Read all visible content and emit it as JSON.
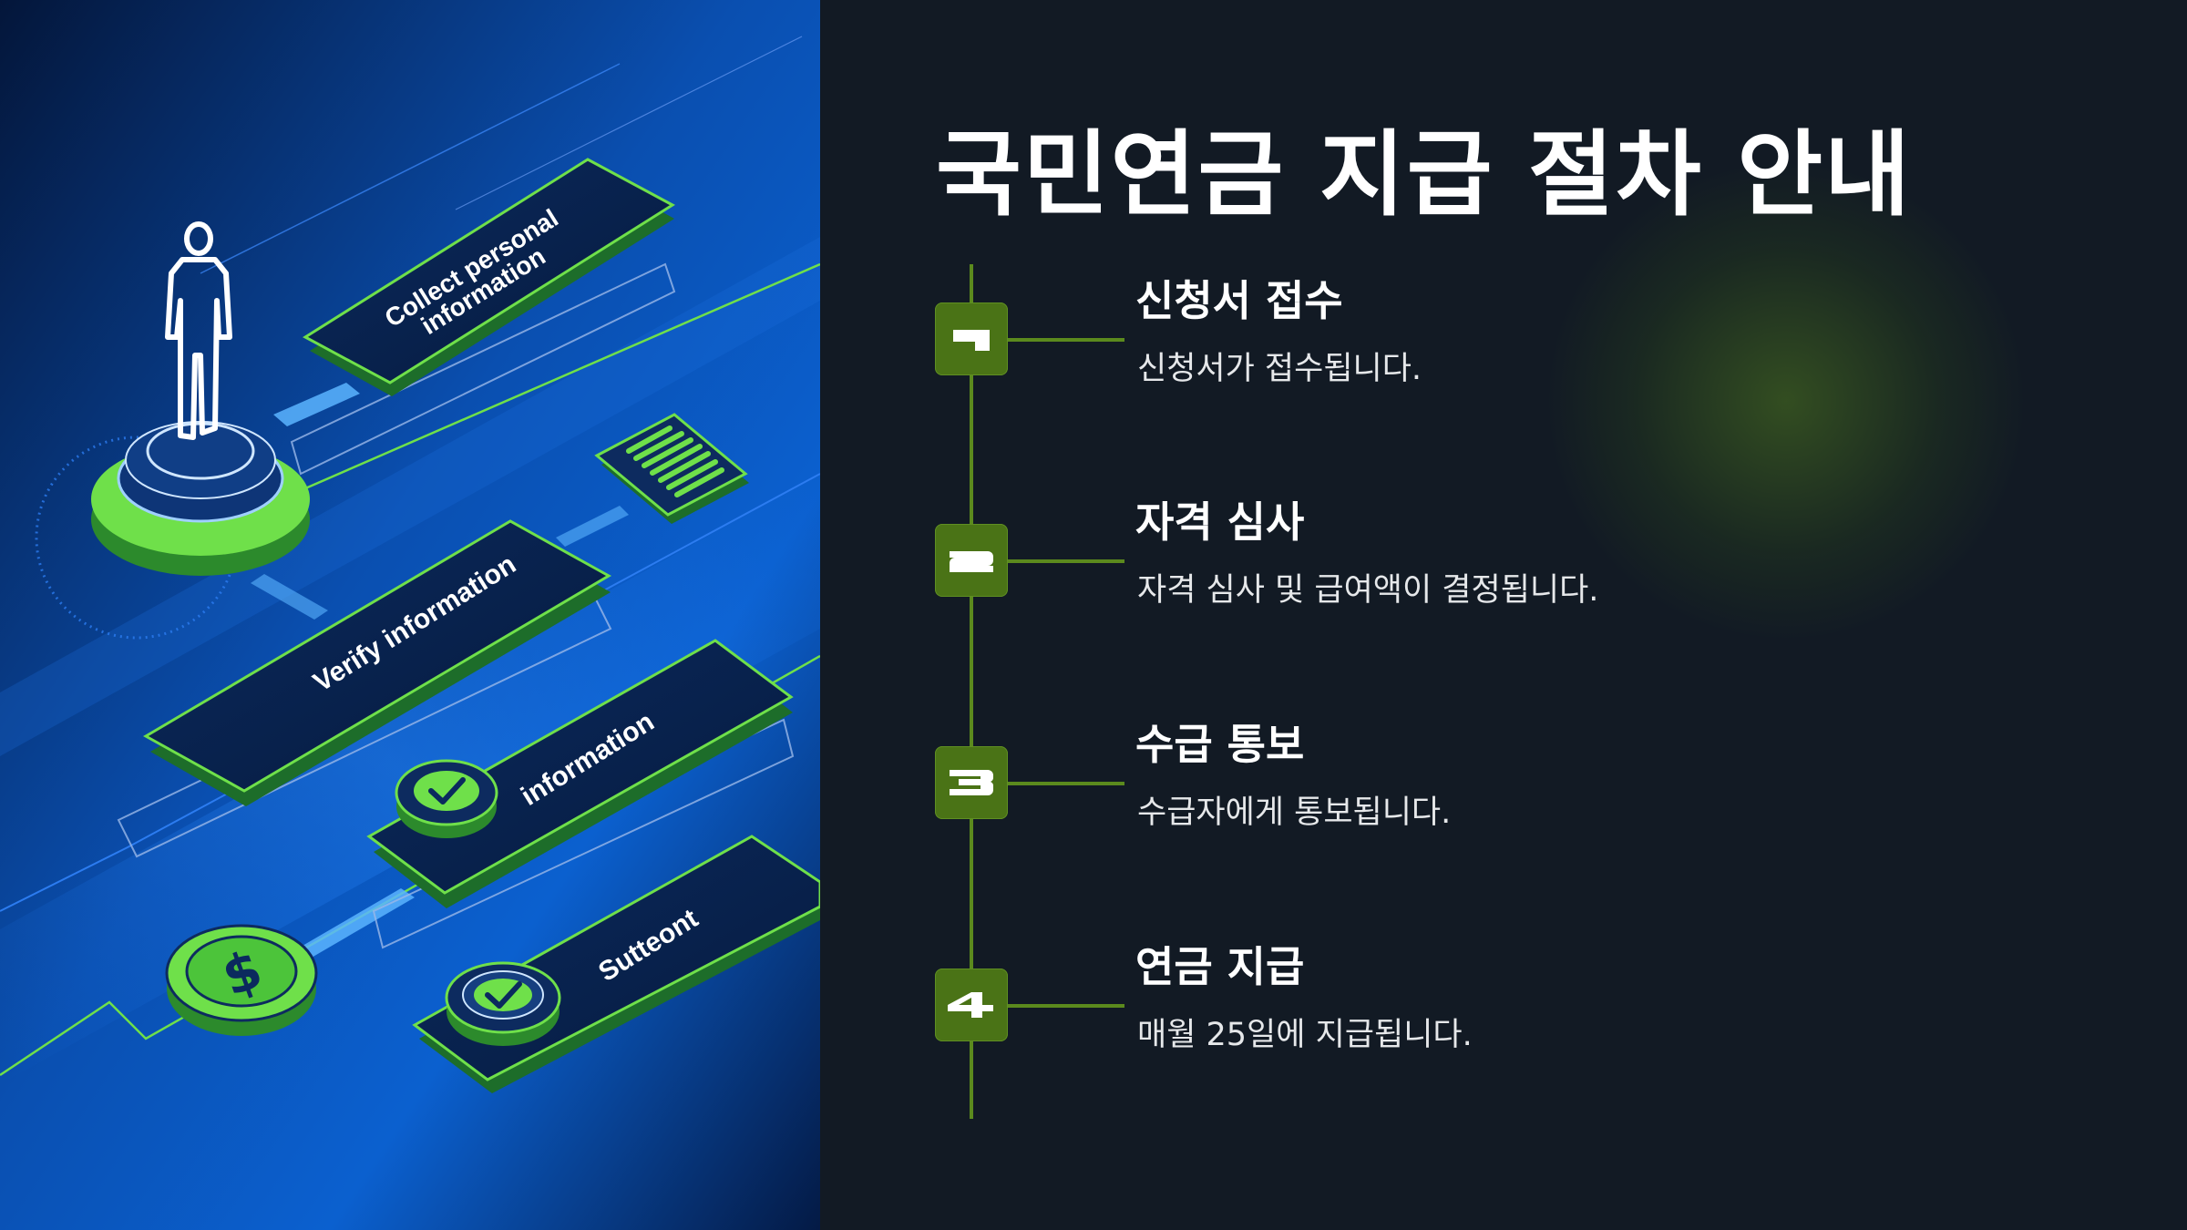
{
  "title": "국민연금 지급 절차 안내",
  "illustration": {
    "labels": {
      "collect": [
        "Collect personal",
        "information"
      ],
      "verify": "Verify information",
      "information": "information",
      "sutteont": "Sutteont"
    }
  },
  "steps": [
    {
      "number": "1",
      "title": "신청서 접수",
      "description": "신청서가 접수됩니다."
    },
    {
      "number": "2",
      "title": "자격 심사",
      "description": "자격 심사 및 급여액이 결정됩니다."
    },
    {
      "number": "3",
      "title": "수급 통보",
      "description": "수급자에게 통보됩니다."
    },
    {
      "number": "4",
      "title": "연금 지급",
      "description": "매월 25일에 지급됩니다."
    }
  ],
  "colors": {
    "background": "#121a24",
    "accent_green": "#5b8a1d",
    "badge_green": "#4a7316",
    "neon_green": "#6fe04a",
    "illustration_blue": "#0a5cc8"
  },
  "icons": [
    "person-icon",
    "barcode-icon",
    "checkmark-icon",
    "dollar-icon"
  ]
}
